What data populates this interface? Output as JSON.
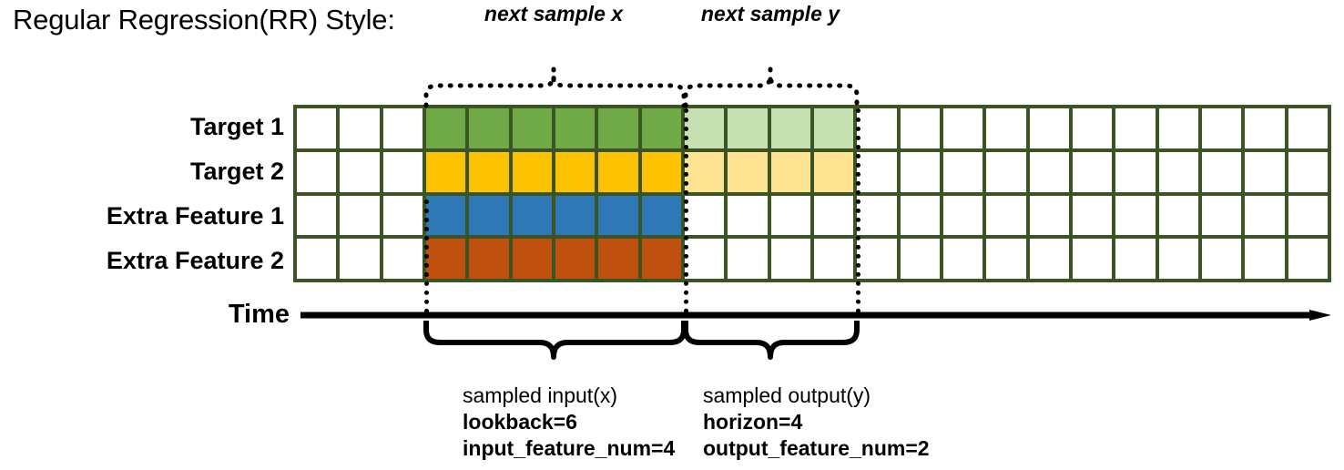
{
  "title": "Regular Regression(RR) Style:",
  "row_labels": [
    {
      "name": "target-1",
      "label": "Target 1"
    },
    {
      "name": "target-2",
      "label": "Target 2"
    },
    {
      "name": "extra-feature-1",
      "label": "Extra Feature 1"
    },
    {
      "name": "extra-feature-2",
      "label": "Extra Feature 2"
    }
  ],
  "axis": {
    "label": "Time",
    "direction": "right"
  },
  "top_braces": [
    {
      "name": "next-sample-x",
      "label": "next sample x"
    },
    {
      "name": "next-sample-y",
      "label": "next sample y"
    }
  ],
  "bottom_braces": [
    {
      "name": "sampled-input",
      "title": "sampled input(x)",
      "lines": [
        "lookback=6",
        "input_feature_num=4"
      ]
    },
    {
      "name": "sampled-output",
      "title": "sampled output(y)",
      "lines": [
        "horizon=4",
        "output_feature_num=2"
      ]
    }
  ],
  "colors": {
    "grid_border": "#3A5424",
    "empty": "#FFFFFF",
    "target1": "#6FAA46",
    "target1_light": "#C7E0B2",
    "target2": "#FDC300",
    "target2_light": "#FEE392",
    "feature1": "#2E79B5",
    "feature2": "#C0500F",
    "axis": "#000000"
  },
  "grid": {
    "columns": 24,
    "rows": 4,
    "lookback_start_col": 3,
    "lookback_len": 6,
    "horizon_start_col": 9,
    "horizon_len": 4,
    "row_fills": [
      [
        "empty",
        "empty",
        "empty",
        "target1",
        "target1",
        "target1",
        "target1",
        "target1",
        "target1",
        "target1_light",
        "target1_light",
        "target1_light",
        "target1_light",
        "empty",
        "empty",
        "empty",
        "empty",
        "empty",
        "empty",
        "empty",
        "empty",
        "empty",
        "empty",
        "empty"
      ],
      [
        "empty",
        "empty",
        "empty",
        "target2",
        "target2",
        "target2",
        "target2",
        "target2",
        "target2",
        "target2_light",
        "target2_light",
        "target2_light",
        "target2_light",
        "empty",
        "empty",
        "empty",
        "empty",
        "empty",
        "empty",
        "empty",
        "empty",
        "empty",
        "empty",
        "empty"
      ],
      [
        "empty",
        "empty",
        "empty",
        "feature1",
        "feature1",
        "feature1",
        "feature1",
        "feature1",
        "feature1",
        "empty",
        "empty",
        "empty",
        "empty",
        "empty",
        "empty",
        "empty",
        "empty",
        "empty",
        "empty",
        "empty",
        "empty",
        "empty",
        "empty",
        "empty"
      ],
      [
        "empty",
        "empty",
        "empty",
        "feature2",
        "feature2",
        "feature2",
        "feature2",
        "feature2",
        "feature2",
        "empty",
        "empty",
        "empty",
        "empty",
        "empty",
        "empty",
        "empty",
        "empty",
        "empty",
        "empty",
        "empty",
        "empty",
        "empty",
        "empty",
        "empty"
      ]
    ]
  }
}
